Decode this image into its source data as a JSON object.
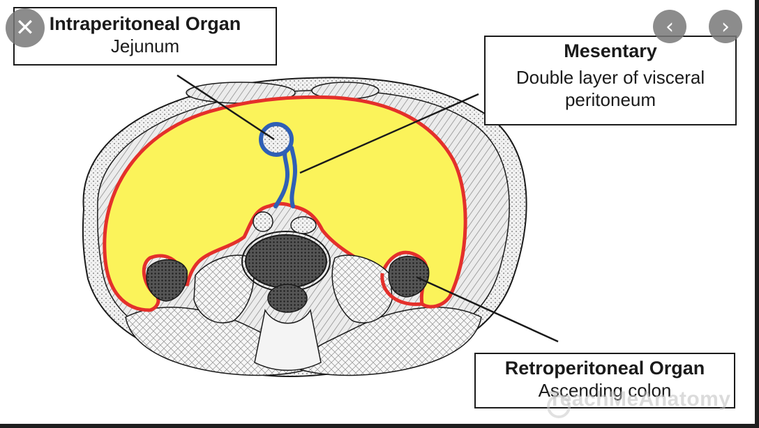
{
  "labels": {
    "intraperitoneal": {
      "title": "Intraperitoneal Organ",
      "subtitle": "Jejunum"
    },
    "mesentery": {
      "title": "Mesentary",
      "subtitle_line1": "Double layer of visceral",
      "subtitle_line2": "peritoneum"
    },
    "retroperitoneal": {
      "title": "Retroperitoneal Organ",
      "subtitle": "Ascending colon"
    }
  },
  "viewer": {
    "close_icon": "✕",
    "prev_icon": "‹",
    "next_icon": "›"
  },
  "watermark": "TeachMeAnatomy",
  "colors": {
    "peritoneal_cavity": "#fbf35a",
    "parietal_peritoneum": "#e4302b",
    "visceral_peritoneum": "#2f5fb5",
    "outline": "#1a1a1a",
    "tissue": "#d9d9d9"
  }
}
